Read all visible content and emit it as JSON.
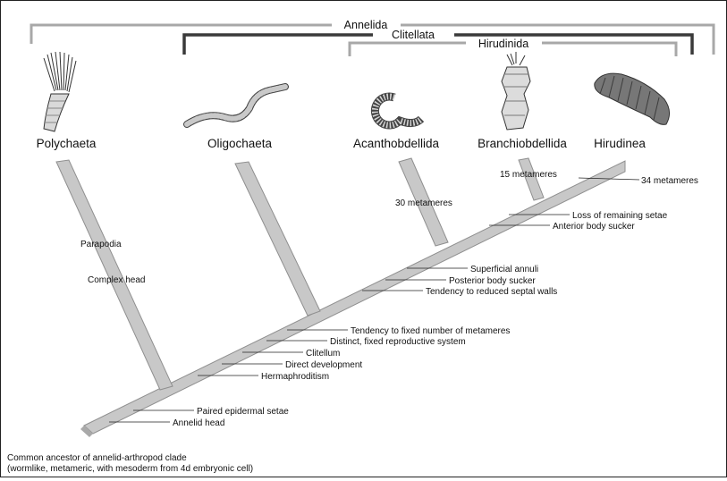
{
  "brackets": {
    "annelida": "Annelida",
    "clitellata": "Clitellata",
    "hirudinida": "Hirudinida"
  },
  "taxa": [
    {
      "name": "Polychaeta",
      "illustration": "fan-worm"
    },
    {
      "name": "Oligochaeta",
      "illustration": "earthworm"
    },
    {
      "name": "Acanthobdellida",
      "illustration": "coiled-worm"
    },
    {
      "name": "Branchiobdellida",
      "illustration": "branchiobdellid"
    },
    {
      "name": "Hirudinea",
      "illustration": "leech"
    }
  ],
  "branch_labels": {
    "polychaeta": [
      "Parapodia",
      "Complex head"
    ],
    "acanthobdellida": "30 metameres",
    "branchiobdellida": "15 metameres",
    "hirudinea": "34 metameres"
  },
  "characters": [
    "Loss of remaining setae",
    "Anterior body sucker",
    "Superficial annuli",
    "Posterior body sucker",
    "Tendency to reduced septal walls",
    "Tendency to fixed number of metameres",
    "Distinct, fixed reproductive system",
    "Clitellum",
    "Direct development",
    "Hermaphroditism",
    "Paired epidermal setae",
    "Annelid head"
  ],
  "root": {
    "line1": "Common ancestor of annelid-arthropod clade",
    "line2": "(wormlike, metameric, with mesoderm from 4d embryonic cell)"
  }
}
